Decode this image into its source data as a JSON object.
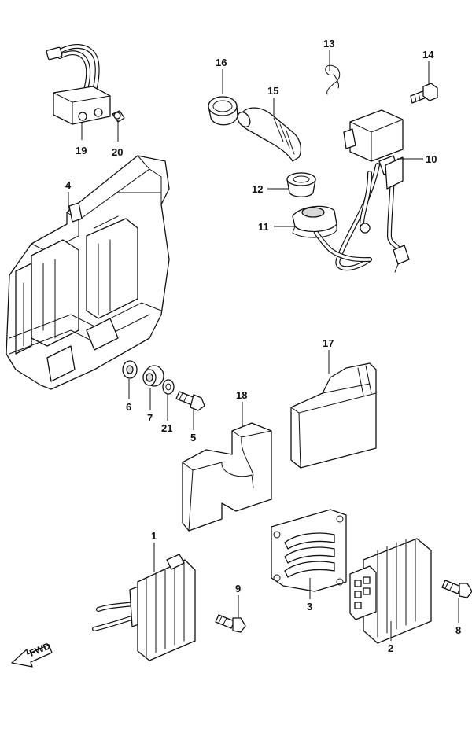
{
  "diagram": {
    "callouts": {
      "c1": "1",
      "c2": "2",
      "c3": "3",
      "c4": "4",
      "c5": "5",
      "c6": "6",
      "c7": "7",
      "c8": "8",
      "c9": "9",
      "c10": "10",
      "c11": "11",
      "c12": "12",
      "c13": "13",
      "c14": "14",
      "c15": "15",
      "c16": "16",
      "c17": "17",
      "c18": "18",
      "c19": "19",
      "c20": "20",
      "c21": "21"
    },
    "fwd_label": "FWD"
  }
}
